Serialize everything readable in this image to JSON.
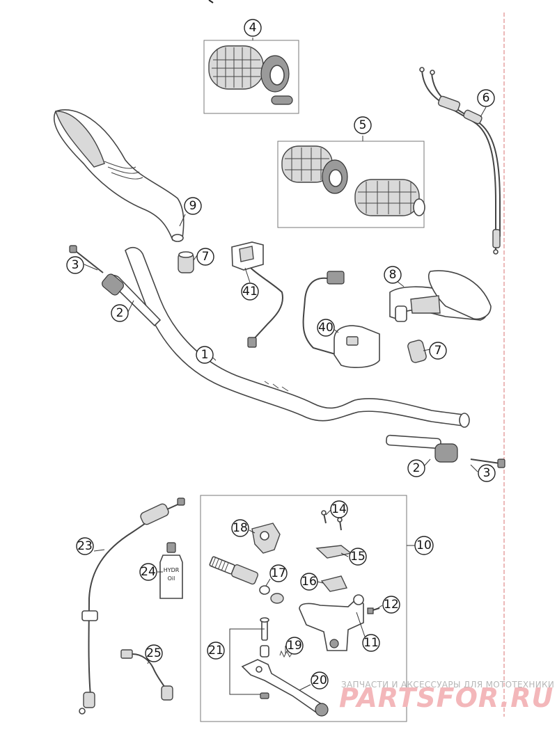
{
  "diagram": {
    "callouts": [
      {
        "id": "c1",
        "label": "1"
      },
      {
        "id": "c2a",
        "label": "2"
      },
      {
        "id": "c2b",
        "label": "2"
      },
      {
        "id": "c3a",
        "label": "3"
      },
      {
        "id": "c3b",
        "label": "3"
      },
      {
        "id": "c4",
        "label": "4"
      },
      {
        "id": "c5",
        "label": "5"
      },
      {
        "id": "c6",
        "label": "6"
      },
      {
        "id": "c7a",
        "label": "7"
      },
      {
        "id": "c7b",
        "label": "7"
      },
      {
        "id": "c8",
        "label": "8"
      },
      {
        "id": "c9",
        "label": "9"
      },
      {
        "id": "c10",
        "label": "10"
      },
      {
        "id": "c11",
        "label": "11"
      },
      {
        "id": "c12",
        "label": "12"
      },
      {
        "id": "c14",
        "label": "14"
      },
      {
        "id": "c15",
        "label": "15"
      },
      {
        "id": "c16",
        "label": "16"
      },
      {
        "id": "c17",
        "label": "17"
      },
      {
        "id": "c18",
        "label": "18"
      },
      {
        "id": "c19",
        "label": "19"
      },
      {
        "id": "c20",
        "label": "20"
      },
      {
        "id": "c21",
        "label": "21"
      },
      {
        "id": "c23",
        "label": "23"
      },
      {
        "id": "c24",
        "label": "24"
      },
      {
        "id": "c25",
        "label": "25"
      },
      {
        "id": "c40",
        "label": "40"
      },
      {
        "id": "c41",
        "label": "41"
      }
    ],
    "oil_bottle_label": [
      "HYDR",
      "Oil"
    ]
  },
  "watermark": {
    "subtitle": "ЗАПЧАСТИ И АКСЕССУАРЫ ДЛЯ МОТОТЕХНИКИ",
    "logo": "PARTSFOR.RU",
    "color": "#f3b7ba"
  }
}
